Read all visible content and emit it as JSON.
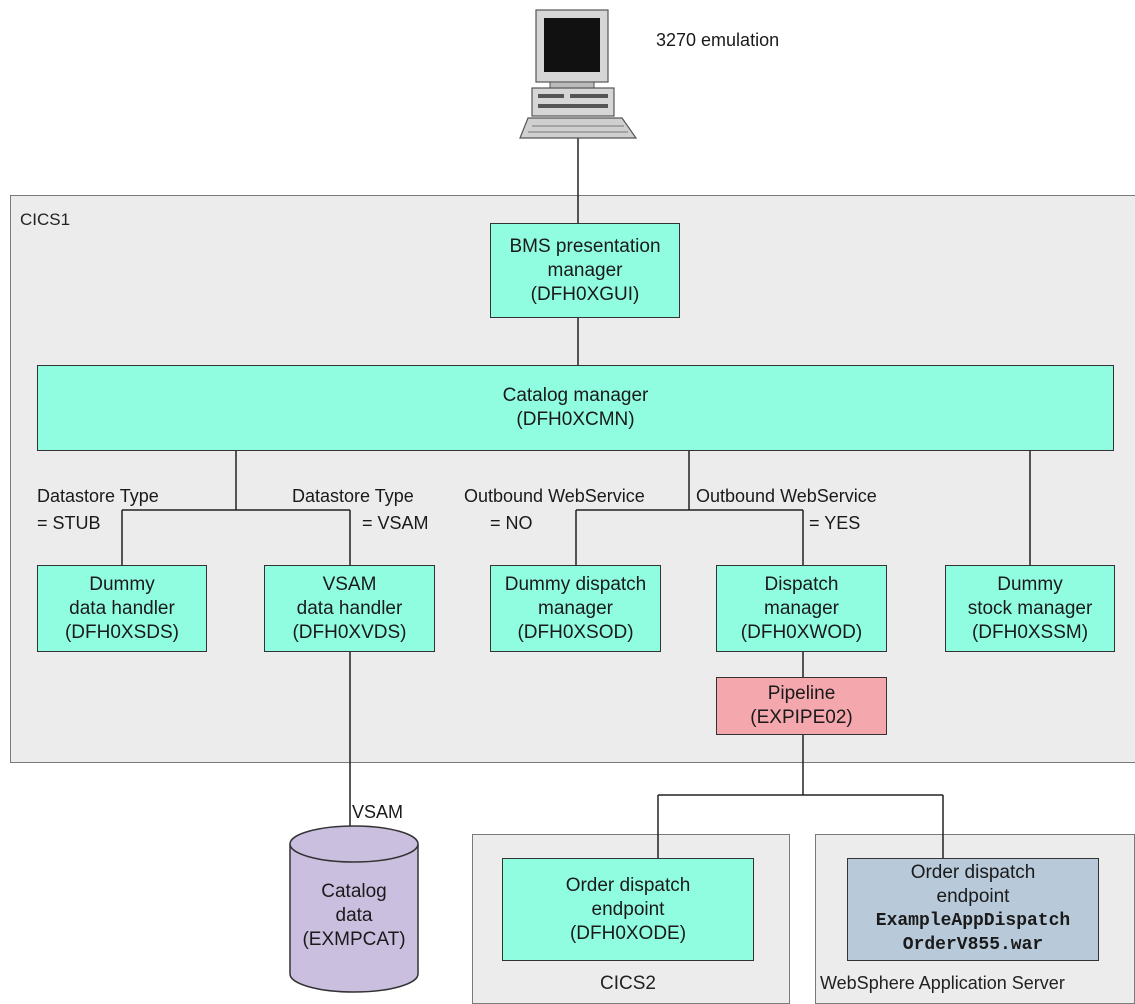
{
  "terminal": {
    "label": "3270 emulation",
    "icon": "computer-terminal-icon"
  },
  "regions": {
    "cics1": "CICS1",
    "cics2": "CICS2",
    "websphere": "WebSphere Application Server"
  },
  "boxes": {
    "bms": {
      "line1": "BMS presentation",
      "line2": "manager",
      "line3": "(DFH0XGUI)"
    },
    "catalog_manager": {
      "line1": "Catalog manager",
      "line2": "(DFH0XCMN)"
    },
    "dummy_data_handler": {
      "line1": "Dummy",
      "line2": "data handler",
      "line3": "(DFH0XSDS)"
    },
    "vsam_data_handler": {
      "line1": "VSAM",
      "line2": "data handler",
      "line3": "(DFH0XVDS)"
    },
    "dummy_dispatch_manager": {
      "line1": "Dummy dispatch",
      "line2": "manager",
      "line3": "(DFH0XSOD)"
    },
    "dispatch_manager": {
      "line1": "Dispatch",
      "line2": "manager",
      "line3": "(DFH0XWOD)"
    },
    "dummy_stock_manager": {
      "line1": "Dummy",
      "line2": "stock manager",
      "line3": "(DFH0XSSM)"
    },
    "pipeline": {
      "line1": "Pipeline",
      "line2": "(EXPIPE02)"
    },
    "cics2_endpoint": {
      "line1": "Order dispatch",
      "line2": "endpoint",
      "line3": "(DFH0XODE)"
    },
    "was_endpoint": {
      "line1": "Order dispatch",
      "line2": "endpoint",
      "line3": "ExampleAppDispatch",
      "line4": "OrderV855.war"
    }
  },
  "branch_labels": {
    "datastore_stub_1": "Datastore Type",
    "datastore_stub_2": "= STUB",
    "datastore_vsam_1": "Datastore Type",
    "datastore_vsam_2": "= VSAM",
    "ws_no_1": "Outbound WebService",
    "ws_no_2": "= NO",
    "ws_yes_1": "Outbound WebService",
    "ws_yes_2": "= YES"
  },
  "database": {
    "connector_label": "VSAM",
    "line1": "Catalog",
    "line2": "data",
    "line3": "(EXMPCAT)"
  }
}
